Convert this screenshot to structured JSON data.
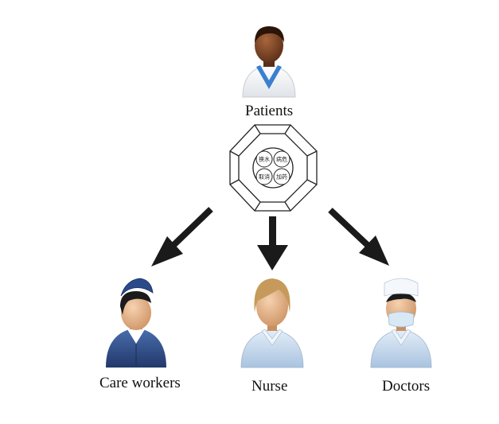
{
  "diagram": {
    "top_node": {
      "label": "Patients"
    },
    "device": {
      "name": "call-device",
      "buttons": [
        "换水",
        "病危",
        "取消",
        "加药"
      ]
    },
    "children": [
      {
        "key": "care",
        "label": "Care workers"
      },
      {
        "key": "nurse",
        "label": "Nurse"
      },
      {
        "key": "doctor",
        "label": "Doctors"
      }
    ],
    "colors": {
      "arrow": "#1a1a1a",
      "patient_gown": "#ffffff",
      "patient_trim": "#3a7fd0",
      "care_uniform": "#2f4e8c",
      "medical_uniform": "#c9dcef",
      "skin": "#e7b489",
      "skin_dark": "#6b3d22"
    }
  }
}
